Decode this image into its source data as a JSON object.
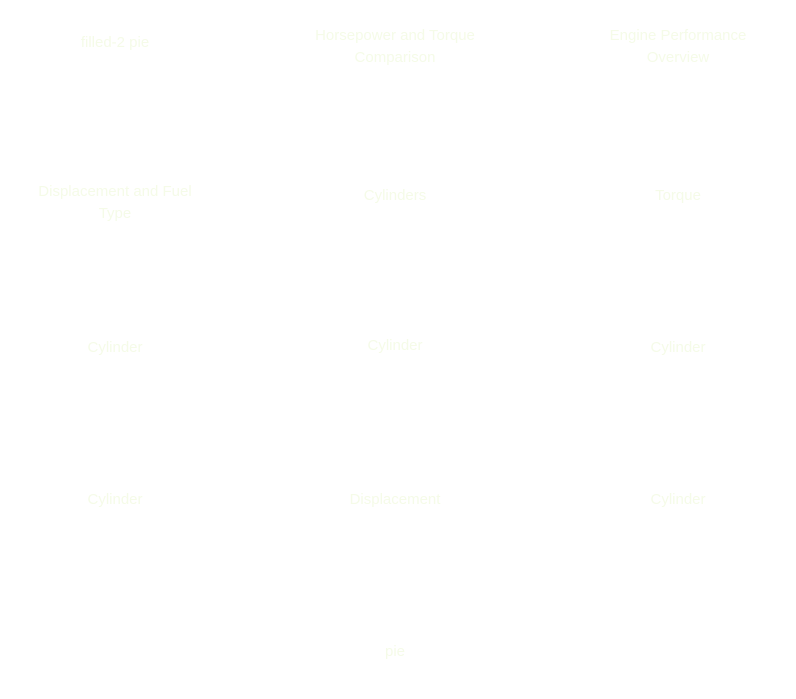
{
  "items": [
    {
      "label": "filled-2 pie"
    },
    {
      "label": "Horsepower and Torque\nComparison"
    },
    {
      "label": "Engine Performance\nOverview"
    },
    {
      "label": "Displacement and Fuel\nType"
    },
    {
      "label": "Cylinders"
    },
    {
      "label": "Torque"
    },
    {
      "label": "Cylinder"
    },
    {
      "label": "Cylinder"
    },
    {
      "label": "Cylinder"
    },
    {
      "label": "Cylinder"
    },
    {
      "label": "Displacement"
    },
    {
      "label": "Cylinder"
    },
    {
      "label": "pie"
    }
  ],
  "colors": {
    "text": "#f5fbe8",
    "background": "#ffffff"
  }
}
